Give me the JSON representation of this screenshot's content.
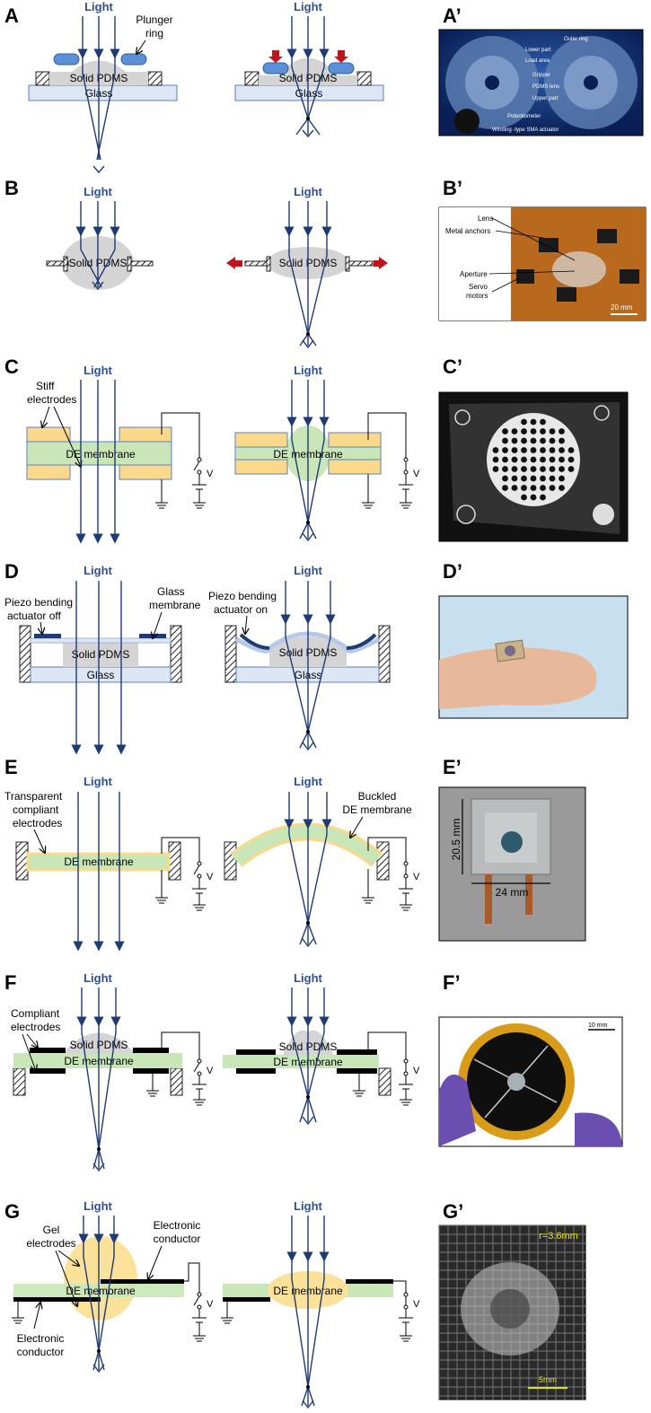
{
  "panels": {
    "A": {
      "letter": "A",
      "photo_letter": "A’",
      "left": {
        "light": "Light",
        "lens": "Solid PDMS",
        "glass": "Glass",
        "callout": [
          "Plunger",
          "ring"
        ]
      },
      "right": {
        "light": "Light",
        "lens": "Solid PDMS",
        "glass": "Glass"
      },
      "photo_labels": [
        "Outer ring",
        "Lower part",
        "Load area",
        "Gripper",
        "PDMS lens",
        "Upper part",
        "Potentiometer",
        "Winding -type SMA actuator"
      ]
    },
    "B": {
      "letter": "B",
      "photo_letter": "B’",
      "left": {
        "light": "Light",
        "lens": "Solid PDMS"
      },
      "right": {
        "light": "Light",
        "lens": "Solid PDMS"
      },
      "photo_labels": [
        "Lens",
        "Metal anchors",
        "Aperture",
        "Servo",
        "motors"
      ],
      "scale": "20 mm"
    },
    "C": {
      "letter": "C",
      "photo_letter": "C’",
      "left": {
        "light": "Light",
        "membrane": "DE membrane",
        "callout": [
          "Stiff",
          "electrodes"
        ],
        "voltage": "V"
      },
      "right": {
        "light": "Light",
        "membrane": "DE membrane",
        "voltage": "V"
      }
    },
    "D": {
      "letter": "D",
      "photo_letter": "D’",
      "left": {
        "light": "Light",
        "lens": "Solid PDMS",
        "glass": "Glass",
        "callout1": [
          "Piezo bending",
          "actuator off"
        ],
        "callout2": [
          "Glass",
          "membrane"
        ]
      },
      "right": {
        "light": "Light",
        "lens": "Solid PDMS",
        "glass": "Glass",
        "callout1": [
          "Piezo bending",
          "actuator on"
        ]
      }
    },
    "E": {
      "letter": "E",
      "photo_letter": "E’",
      "left": {
        "light": "Light",
        "membrane": "DE membrane",
        "callout": [
          "Transparent",
          "compliant",
          "electrodes"
        ],
        "voltage": "V"
      },
      "right": {
        "light": "Light",
        "callout": [
          "Buckled",
          "DE membrane"
        ],
        "voltage": "V"
      },
      "photo_labels": [
        "20.5 mm",
        "24 mm"
      ]
    },
    "F": {
      "letter": "F",
      "photo_letter": "F’",
      "left": {
        "light": "Light",
        "lens": "Solid PDMS",
        "membrane": "DE membrane",
        "callout": [
          "Compliant",
          "electrodes"
        ],
        "voltage": "V"
      },
      "right": {
        "light": "Light",
        "lens": "Solid PDMS",
        "membrane": "DE membrane",
        "voltage": "V"
      },
      "photo_labels": [
        "10 mm"
      ]
    },
    "G": {
      "letter": "G",
      "photo_letter": "G’",
      "left": {
        "light": "Light",
        "membrane": "DE membrane",
        "callout1": [
          "Gel",
          "electrodes"
        ],
        "callout2": [
          "Electronic",
          "conductor"
        ],
        "callout3": [
          "Electronic",
          "conductor"
        ],
        "voltage": "V"
      },
      "right": {
        "light": "Light",
        "membrane": "DE membrane",
        "voltage": "V"
      },
      "photo_labels": [
        "r=3.6mm",
        "5mm"
      ]
    }
  },
  "colors": {
    "ray": "#1f3b73",
    "label_blue": "#2f4f8f",
    "pdms": "#d4d4d4",
    "glass": "#dce6f5",
    "glass_stroke": "#5b7fc0",
    "ring": "#5b8fd8",
    "arrow": "#c0141b",
    "membrane": "#c9e6b8",
    "electrode": "#fbd98a",
    "gel": "#fce19a",
    "photo_bg": "#0d2d6e"
  }
}
